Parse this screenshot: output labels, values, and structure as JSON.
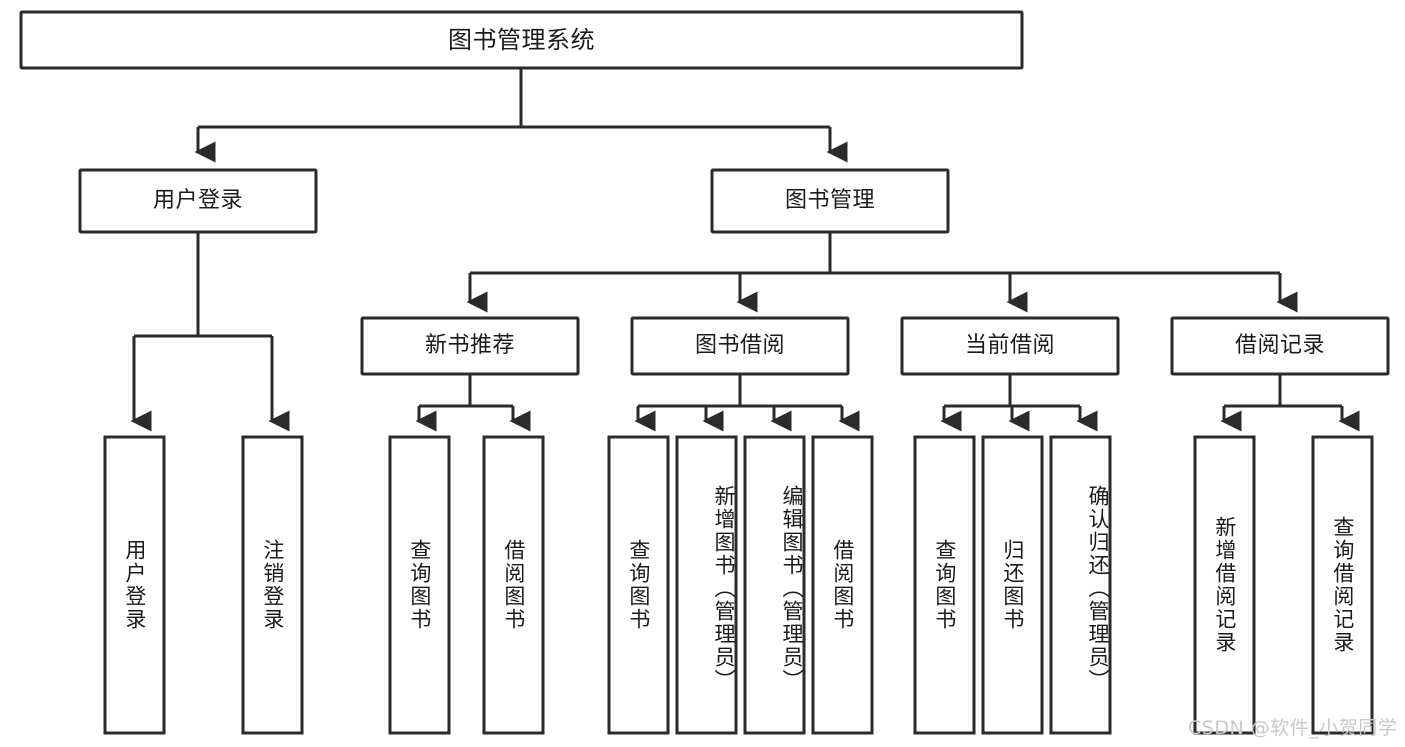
{
  "diagram": {
    "type": "tree",
    "title": "图书管理系统",
    "orientation": "top-down",
    "colors": {
      "box_stroke": "#2b2b2b",
      "box_fill": "#ffffff",
      "text": "#1b1b1b",
      "background": "#ffffff",
      "watermark": "#c9c9c9"
    }
  },
  "root": {
    "label": "图书管理系统"
  },
  "level2": [
    {
      "label": "用户登录"
    },
    {
      "label": "图书管理"
    }
  ],
  "level3": [
    {
      "label": "新书推荐"
    },
    {
      "label": "图书借阅"
    },
    {
      "label": "当前借阅"
    },
    {
      "label": "借阅记录"
    }
  ],
  "leaves": {
    "user_login": [
      {
        "label": "用户登录"
      },
      {
        "label": "注销登录"
      }
    ],
    "new_book_recommend": [
      {
        "label": "查询图书"
      },
      {
        "label": "借阅图书"
      }
    ],
    "book_borrow": [
      {
        "label": "查询图书"
      },
      {
        "label": "新增图书（管理员）"
      },
      {
        "label": "编辑图书（管理员）"
      },
      {
        "label": "借阅图书"
      }
    ],
    "current_borrow": [
      {
        "label": "查询图书"
      },
      {
        "label": "归还图书"
      },
      {
        "label": "确认归还（管理员）"
      }
    ],
    "borrow_record": [
      {
        "label": "新增借阅记录"
      },
      {
        "label": "查询借阅记录"
      }
    ]
  },
  "watermark": {
    "text": "CSDN @软件_小贺同学"
  }
}
